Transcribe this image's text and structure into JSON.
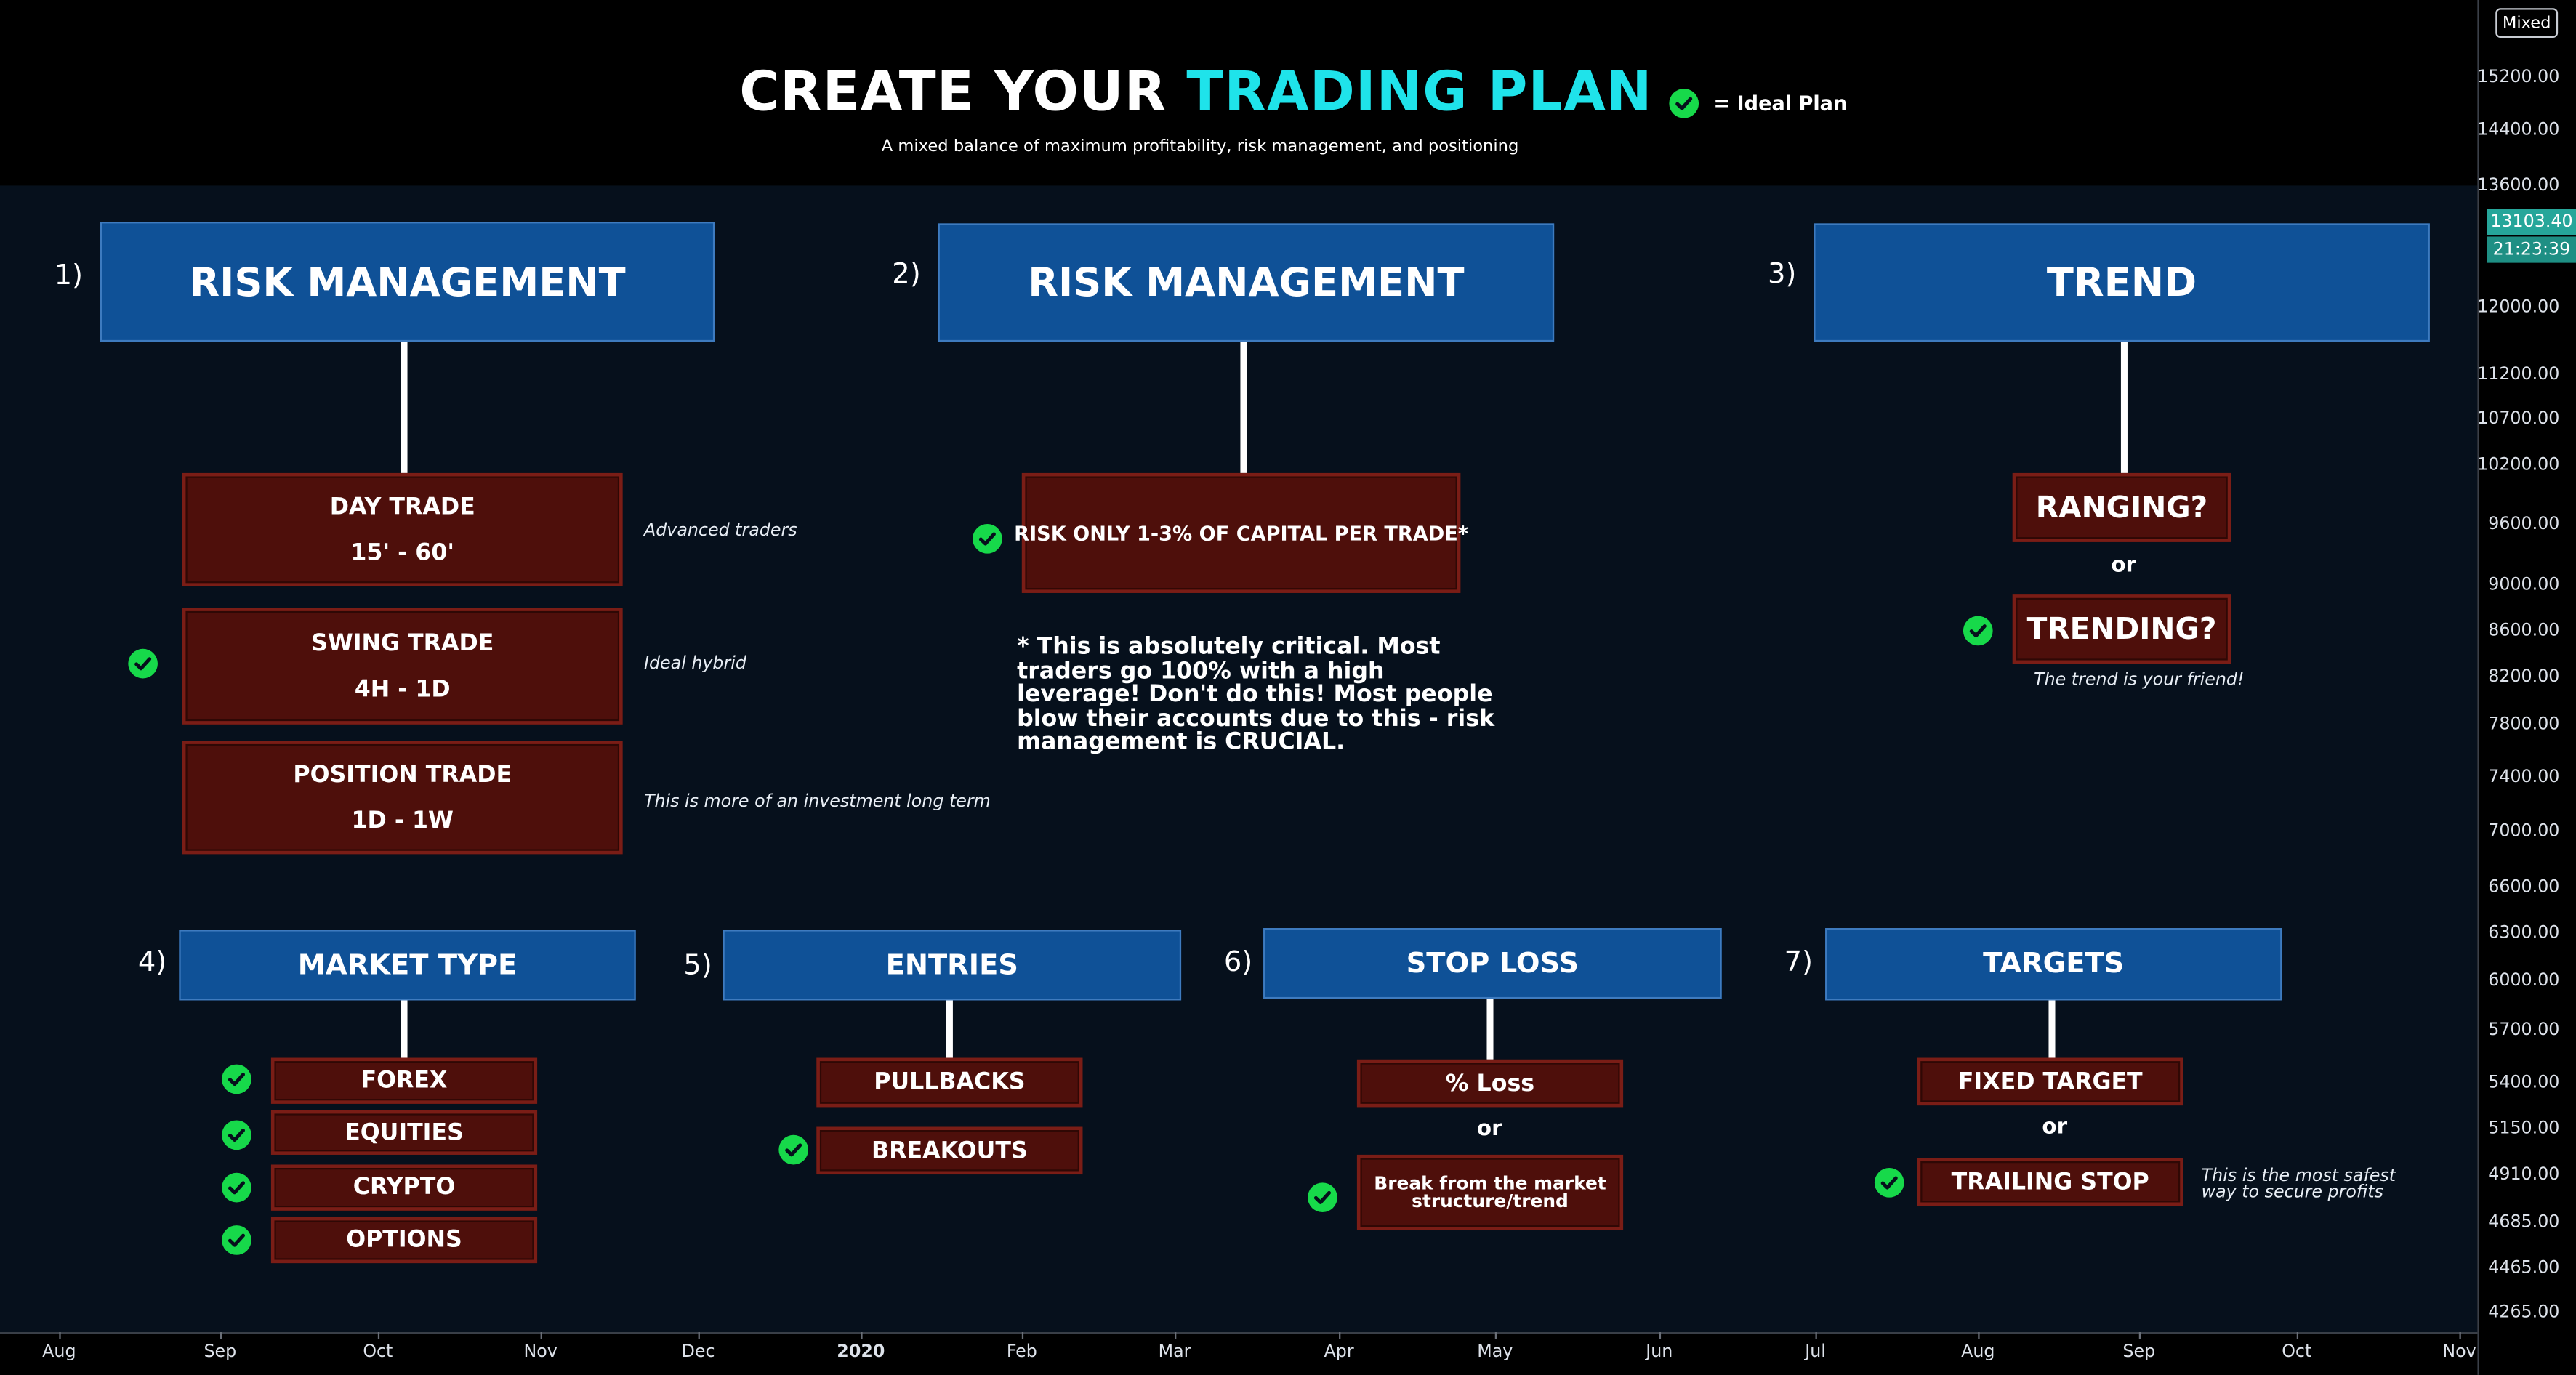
{
  "header": {
    "title_part1": "CREATE YOUR ",
    "title_part2": "TRADING PLAN",
    "subtitle": "A mixed balance of maximum profitability, risk management, and positioning",
    "legend_label": "= Ideal Plan",
    "accent_color": "#1fe3ea"
  },
  "sections": {
    "s1": {
      "number": "1)",
      "title": "RISK MANAGEMENT",
      "options": [
        {
          "line1": "DAY TRADE",
          "line2": "15' - 60'",
          "note": "Advanced traders",
          "ideal": false
        },
        {
          "line1": "SWING TRADE",
          "line2": "4H - 1D",
          "note": "Ideal hybrid",
          "ideal": true
        },
        {
          "line1": "POSITION TRADE",
          "line2": "1D - 1W",
          "note": "This is more of an investment long term",
          "ideal": false
        }
      ]
    },
    "s2": {
      "number": "2)",
      "title": "RISK MANAGEMENT",
      "option": "RISK ONLY 1-3% OF CAPITAL PER TRADE*",
      "footnote": "* This is absolutely critical. Most traders go 100% with a high leverage! Don't do this! Most people blow their accounts due to this - risk management is CRUCIAL."
    },
    "s3": {
      "number": "3)",
      "title": "TREND",
      "option_a": "RANGING?",
      "or": "or",
      "option_b": "TRENDING?",
      "note": "The trend is your friend!"
    },
    "s4": {
      "number": "4)",
      "title": "MARKET TYPE",
      "options": [
        "FOREX",
        "EQUITIES",
        "CRYPTO",
        "OPTIONS"
      ]
    },
    "s5": {
      "number": "5)",
      "title": "ENTRIES",
      "options": [
        "PULLBACKS",
        "BREAKOUTS"
      ]
    },
    "s6": {
      "number": "6)",
      "title": "STOP LOSS",
      "option_a": "% Loss",
      "or": "or",
      "option_b": "Break from the market structure/trend"
    },
    "s7": {
      "number": "7)",
      "title": "TARGETS",
      "option_a": "FIXED TARGET",
      "or": "or",
      "option_b": "TRAILING STOP",
      "note": "This is the most safest way to secure profits"
    }
  },
  "price_axis": {
    "mode_button": "Mixed",
    "labels": [
      "15200.00",
      "14400.00",
      "13600.00",
      "12000.00",
      "11200.00",
      "10700.00",
      "10200.00",
      "9600.00",
      "9000.00",
      "8600.00",
      "8200.00",
      "7800.00",
      "7400.00",
      "7000.00",
      "6600.00",
      "6300.00",
      "6000.00",
      "5700.00",
      "5400.00",
      "5150.00",
      "4910.00",
      "4685.00",
      "4465.00",
      "4265.00"
    ],
    "current_price": "13103.40",
    "countdown": "21:23:39"
  },
  "time_axis": {
    "labels": [
      "Aug",
      "Sep",
      "Oct",
      "Nov",
      "Dec",
      "2020",
      "Feb",
      "Mar",
      "Apr",
      "May",
      "Jun",
      "Jul",
      "Aug",
      "Sep",
      "Oct",
      "Nov"
    ]
  },
  "colors": {
    "check_green": "#17d94a",
    "box_blue": "#0f5197",
    "box_red": "#4e0f0b",
    "price_tag": "#26a69a"
  }
}
